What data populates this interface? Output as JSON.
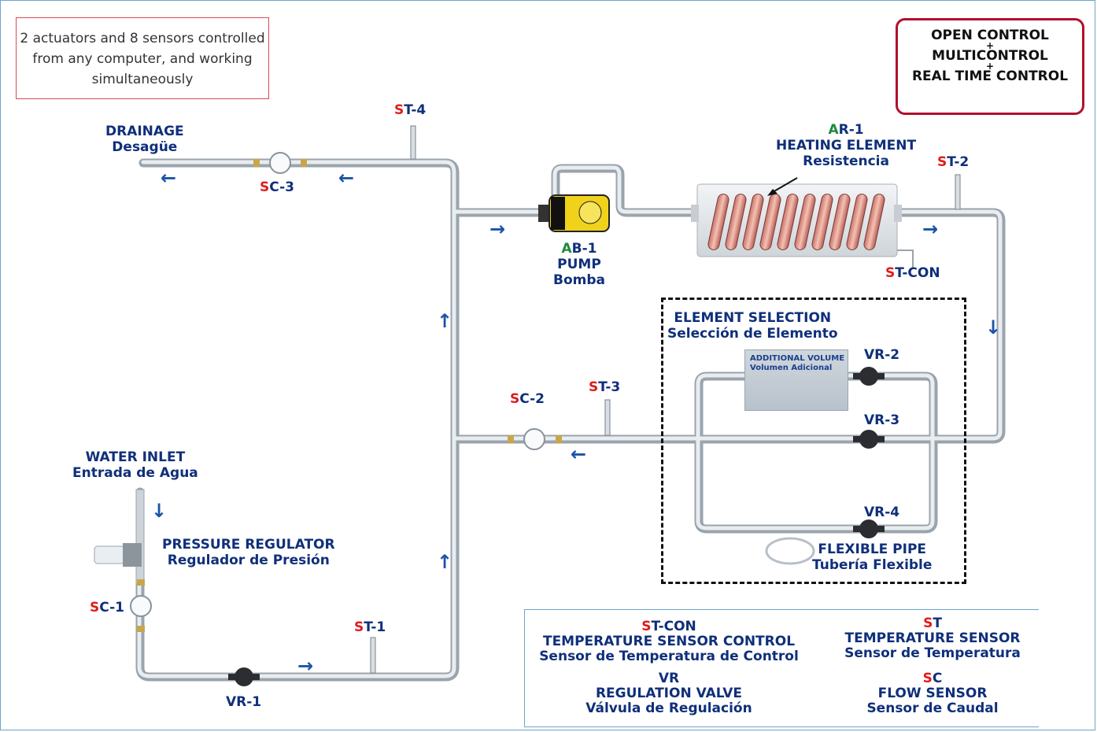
{
  "info_box": "2 actuators and 8 sensors controlled from any computer, and working simultaneously",
  "control_box": {
    "line1": "OPEN CONTROL",
    "plus": "+",
    "line2": "MULTICONTROL",
    "line3": "REAL TIME CONTROL"
  },
  "drainage": {
    "en": "DRAINAGE",
    "es": "Desagüe"
  },
  "sensors": {
    "sc3": {
      "prefix": "S",
      "rest": "C-3"
    },
    "st4": {
      "prefix": "S",
      "rest": "T-4"
    },
    "st2": {
      "prefix": "S",
      "rest": "T-2"
    },
    "stcon": {
      "prefix": "S",
      "rest": "T-CON"
    },
    "sc2": {
      "prefix": "S",
      "rest": "C-2"
    },
    "st3": {
      "prefix": "S",
      "rest": "T-3"
    },
    "sc1": {
      "prefix": "S",
      "rest": "C-1"
    },
    "st1": {
      "prefix": "S",
      "rest": "T-1"
    }
  },
  "heater": {
    "prefix": "A",
    "rest": "R-1",
    "en": "HEATING ELEMENT",
    "es": "Resistencia"
  },
  "pump": {
    "prefix": "A",
    "rest": "B-1",
    "en": "PUMP",
    "es": "Bomba"
  },
  "element_selection": {
    "en": "ELEMENT SELECTION",
    "es": "Selección de Elemento"
  },
  "additional_volume": {
    "en": "ADDITIONAL VOLUME",
    "es": "Volumen Adicional"
  },
  "valves": {
    "vr1": "VR-1",
    "vr2": "VR-2",
    "vr3": "VR-3",
    "vr4": "VR-4"
  },
  "flexible_pipe": {
    "en": "FLEXIBLE PIPE",
    "es": "Tubería Flexible"
  },
  "water_inlet": {
    "en": "WATER INLET",
    "es": "Entrada de Agua"
  },
  "pressure_regulator": {
    "en": "PRESSURE REGULATOR",
    "es": "Regulador de Presión"
  },
  "legend": {
    "stcon": {
      "prefix": "S",
      "rest": "T-CON",
      "en": "TEMPERATURE SENSOR CONTROL",
      "es": "Sensor de Temperatura de Control"
    },
    "st": {
      "prefix": "S",
      "rest": "T",
      "en": "TEMPERATURE SENSOR",
      "es": "Sensor de Temperatura"
    },
    "vr": {
      "code": "VR",
      "en": "REGULATION VALVE",
      "es": "Válvula de Regulación"
    },
    "sc": {
      "prefix": "S",
      "rest": "C",
      "en": "FLOW SENSOR",
      "es": "Sensor de Caudal"
    }
  },
  "arrow_left": "←",
  "arrow_right": "→",
  "arrow_up": "↑",
  "arrow_down": "↓"
}
